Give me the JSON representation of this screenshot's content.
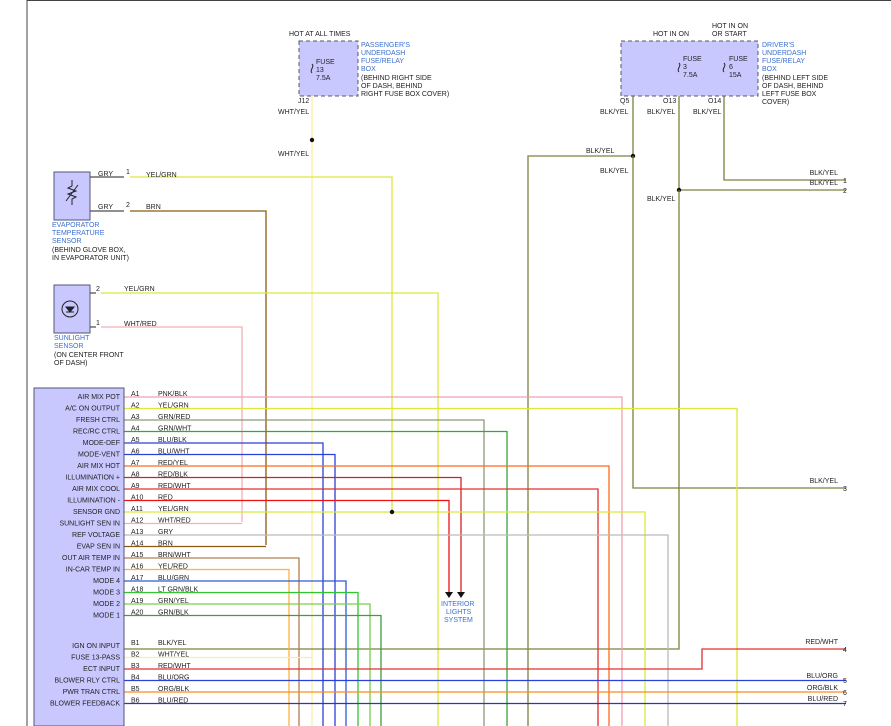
{
  "colors": {
    "PNK/BLK": "#f0a0b0",
    "YEL/GRN": "#dce83a",
    "GRN/RED": "#8a9a7a",
    "GRN/WHT": "#3ca23c",
    "BLU/BLK": "#2c3fd8",
    "BLU/WHT": "#2c3fd8",
    "RED/YEL": "#ff6a1a",
    "RED/BLK": "#d42020",
    "RED/WHT": "#e03030",
    "RED": "#ee1111",
    "WHT/RED": "#f0b0b8",
    "GRY": "#bbbbbb",
    "BRN": "#8a5a12",
    "BRN/WHT": "#b08050",
    "YEL/RED": "#ffb040",
    "BLU/GRN": "#2a5ad8",
    "LT GRN/BLK": "#2ec82e",
    "GRN/YEL": "#7ad04a",
    "GRN/BLK": "#3aa03a",
    "BLK/YEL": "#808040",
    "WHT/YEL": "#f6f0a0",
    "BLU/ORG": "#2c3fd8",
    "ORG/BLK": "#ff8c1a",
    "BLU/RED": "#3030d0",
    "box_fill": "#c8c8ff",
    "box_stroke": "#555577",
    "blue_text": "#3b6fd0"
  },
  "fuse_box_passenger": {
    "hot_label": "HOT AT ALL TIMES",
    "fuse_name": "FUSE",
    "fuse_num": "13",
    "fuse_amp": "7.5A",
    "title": [
      "PASSENGER'S",
      "UNDERDASH",
      "FUSE/RELAY",
      "BOX"
    ],
    "note": [
      "(BEHIND RIGHT SIDE",
      "OF DASH, BEHIND",
      "RIGHT FUSE BOX COVER)"
    ],
    "connector": "J12",
    "wire_labels": [
      "WHT/YEL",
      "WHT/YEL"
    ]
  },
  "fuse_box_driver": {
    "hot_in_on": "HOT IN ON",
    "hot_in_on_start": [
      "HOT IN ON",
      "OR START"
    ],
    "fuse3": [
      "FUSE",
      "3",
      "7.5A"
    ],
    "fuse6": [
      "FUSE",
      "6",
      "15A"
    ],
    "title": [
      "DRIVER'S",
      "UNDERDASH",
      "FUSE/RELAY",
      "BOX"
    ],
    "note": [
      "(BEHIND LEFT SIDE",
      "OF DASH, BEHIND",
      "LEFT FUSE BOX",
      "COVER)"
    ],
    "connectors": [
      "Q5",
      "O13",
      "O14"
    ],
    "wire_labels": [
      "BLK/YEL",
      "BLK/YEL",
      "BLK/YEL",
      "BLK/YEL",
      "BLK/YEL",
      "BLK/YEL"
    ]
  },
  "evap_sensor": {
    "title": [
      "EVAPORATOR",
      "TEMPERATURE",
      "SENSOR"
    ],
    "note": [
      "(BEHIND GLOVE BOX,",
      "IN EVAPORATOR UNIT)"
    ],
    "pins": [
      {
        "num": "1",
        "color": "GRY",
        "wire": "YEL/GRN"
      },
      {
        "num": "2",
        "color": "GRY",
        "wire": "BRN"
      }
    ]
  },
  "sunlight_sensor": {
    "title": [
      "SUNLIGHT",
      "SENSOR"
    ],
    "note": [
      "(ON CENTER FRONT",
      "OF DASH)"
    ],
    "pins": [
      {
        "num": "2",
        "wire": "YEL/GRN"
      },
      {
        "num": "1",
        "wire": "WHT/RED"
      }
    ]
  },
  "ecu_a": [
    {
      "name": "AIR MIX POT",
      "pin": "A1",
      "wire": "PNK/BLK"
    },
    {
      "name": "A/C ON OUTPUT",
      "pin": "A2",
      "wire": "YEL/GRN"
    },
    {
      "name": "FRESH CTRL",
      "pin": "A3",
      "wire": "GRN/RED"
    },
    {
      "name": "REC/RC CTRL",
      "pin": "A4",
      "wire": "GRN/WHT"
    },
    {
      "name": "MODE-DEF",
      "pin": "A5",
      "wire": "BLU/BLK"
    },
    {
      "name": "MODE-VENT",
      "pin": "A6",
      "wire": "BLU/WHT"
    },
    {
      "name": "AIR MIX HOT",
      "pin": "A7",
      "wire": "RED/YEL"
    },
    {
      "name": "ILLUMINATION +",
      "pin": "A8",
      "wire": "RED/BLK"
    },
    {
      "name": "AIR MIX COOL",
      "pin": "A9",
      "wire": "RED/WHT"
    },
    {
      "name": "ILLUMINATION -",
      "pin": "A10",
      "wire": "RED"
    },
    {
      "name": "SENSOR GND",
      "pin": "A11",
      "wire": "YEL/GRN"
    },
    {
      "name": "SUNLIGHT SEN IN",
      "pin": "A12",
      "wire": "WHT/RED"
    },
    {
      "name": "REF VOLTAGE",
      "pin": "A13",
      "wire": "GRY"
    },
    {
      "name": "EVAP SEN IN",
      "pin": "A14",
      "wire": "BRN"
    },
    {
      "name": "OUT AIR TEMP IN",
      "pin": "A15",
      "wire": "BRN/WHT"
    },
    {
      "name": "IN-CAR TEMP IN",
      "pin": "A16",
      "wire": "YEL/RED"
    },
    {
      "name": "MODE 4",
      "pin": "A17",
      "wire": "BLU/GRN"
    },
    {
      "name": "MODE 3",
      "pin": "A18",
      "wire": "LT GRN/BLK"
    },
    {
      "name": "MODE 2",
      "pin": "A19",
      "wire": "GRN/YEL"
    },
    {
      "name": "MODE 1",
      "pin": "A20",
      "wire": "GRN/BLK"
    }
  ],
  "ecu_b": [
    {
      "name": "IGN ON INPUT",
      "pin": "B1",
      "wire": "BLK/YEL"
    },
    {
      "name": "FUSE 13-PASS",
      "pin": "B2",
      "wire": "WHT/YEL"
    },
    {
      "name": "ECT INPUT",
      "pin": "B3",
      "wire": "RED/WHT"
    },
    {
      "name": "BLOWER RLY CTRL",
      "pin": "B4",
      "wire": "BLU/ORG"
    },
    {
      "name": "PWR TRAN CTRL",
      "pin": "B5",
      "wire": "ORG/BLK"
    },
    {
      "name": "BLOWER FEEDBACK",
      "pin": "B6",
      "wire": "BLU/RED"
    }
  ],
  "interior_lights": [
    "INTERIOR",
    "LIGHTS",
    "SYSTEM"
  ],
  "right_wires": [
    {
      "label": "BLK/YEL",
      "num": "1"
    },
    {
      "label": "BLK/YEL",
      "num": "2"
    },
    {
      "label": "BLK/YEL",
      "num": "3"
    },
    {
      "label": "RED/WHT",
      "num": "4"
    },
    {
      "label": "BLU/ORG",
      "num": "5"
    },
    {
      "label": "ORG/BLK",
      "num": "6"
    },
    {
      "label": "BLU/RED",
      "num": "7"
    }
  ]
}
